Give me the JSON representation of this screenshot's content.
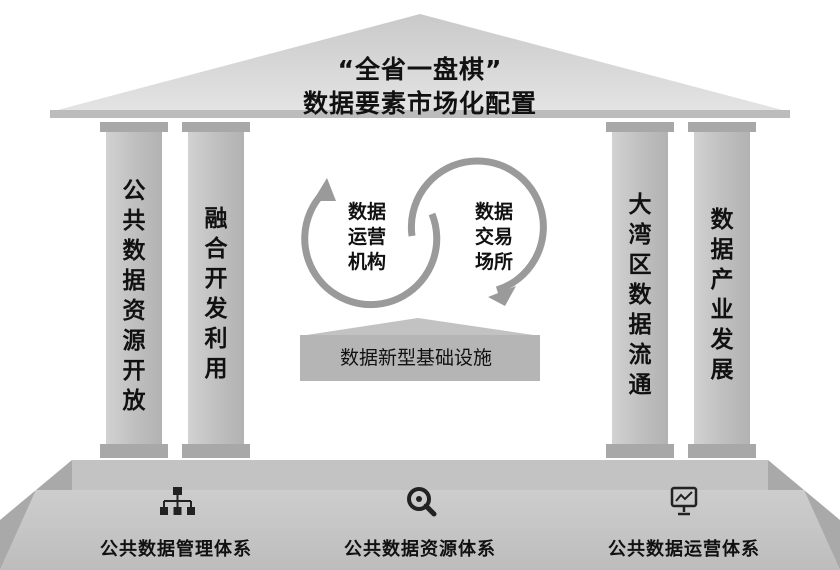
{
  "roof": {
    "title_line1": "“全省一盘棋”",
    "title_line2": "数据要素市场化配置"
  },
  "pillars": [
    {
      "label": "公共数据资源开放"
    },
    {
      "label": "融合开发利用"
    },
    {
      "label": "大湾区数据流通"
    },
    {
      "label": "数据产业发展"
    }
  ],
  "center": {
    "left_circle": "数据运营机构",
    "right_circle": "数据交易场所",
    "infrastructure": "数据新型基础设施"
  },
  "base": {
    "items": [
      {
        "label": "公共数据管理体系",
        "icon": "org-chart-icon"
      },
      {
        "label": "公共数据资源体系",
        "icon": "magnifier-icon"
      },
      {
        "label": "公共数据运营体系",
        "icon": "presentation-chart-icon"
      }
    ]
  },
  "colors": {
    "roof": "#d6d6d6",
    "pillar": "#c4c4c4",
    "pillar_cap": "#aaaaaa",
    "base_top": "#c9c9c9",
    "base_front": "#a9a9a9",
    "infra_box": "#b4b4b4",
    "text": "#111111"
  }
}
